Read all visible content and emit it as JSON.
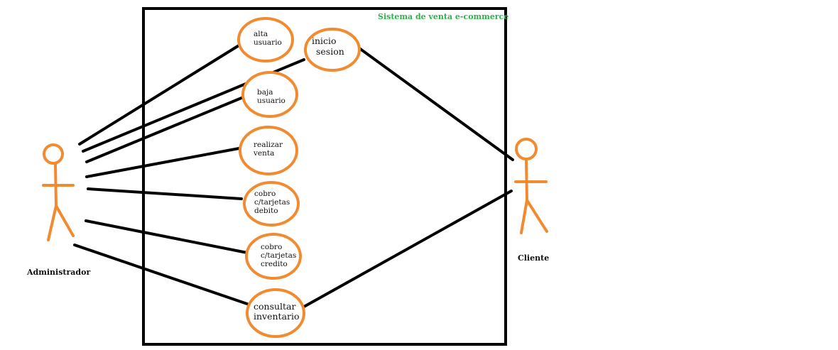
{
  "colors": {
    "actor": "#f28a30",
    "usecase_border": "#f28a30",
    "line": "#000000",
    "system_border": "#000000",
    "title": "#2db34a"
  },
  "system": {
    "title": "Sistema de venta e-commerce"
  },
  "actors": {
    "admin": {
      "label": "Administrador"
    },
    "client": {
      "label": "Cliente"
    }
  },
  "use_cases": {
    "alta_usuario": {
      "lines": [
        "alta",
        "usuario"
      ]
    },
    "inicio_sesion": {
      "lines": [
        "inicio",
        "sesion"
      ]
    },
    "baja_usuario": {
      "lines": [
        "baja",
        "usuario"
      ]
    },
    "realizar_venta": {
      "lines": [
        "realizar",
        "venta"
      ]
    },
    "cobro_debito": {
      "lines": [
        "cobro",
        "c/tarjetas",
        "debito"
      ]
    },
    "cobro_credito": {
      "lines": [
        "cobro",
        "c/tarjetas",
        "credito"
      ]
    },
    "consultar_inventario": {
      "lines": [
        "consultar",
        "inventario"
      ]
    }
  }
}
